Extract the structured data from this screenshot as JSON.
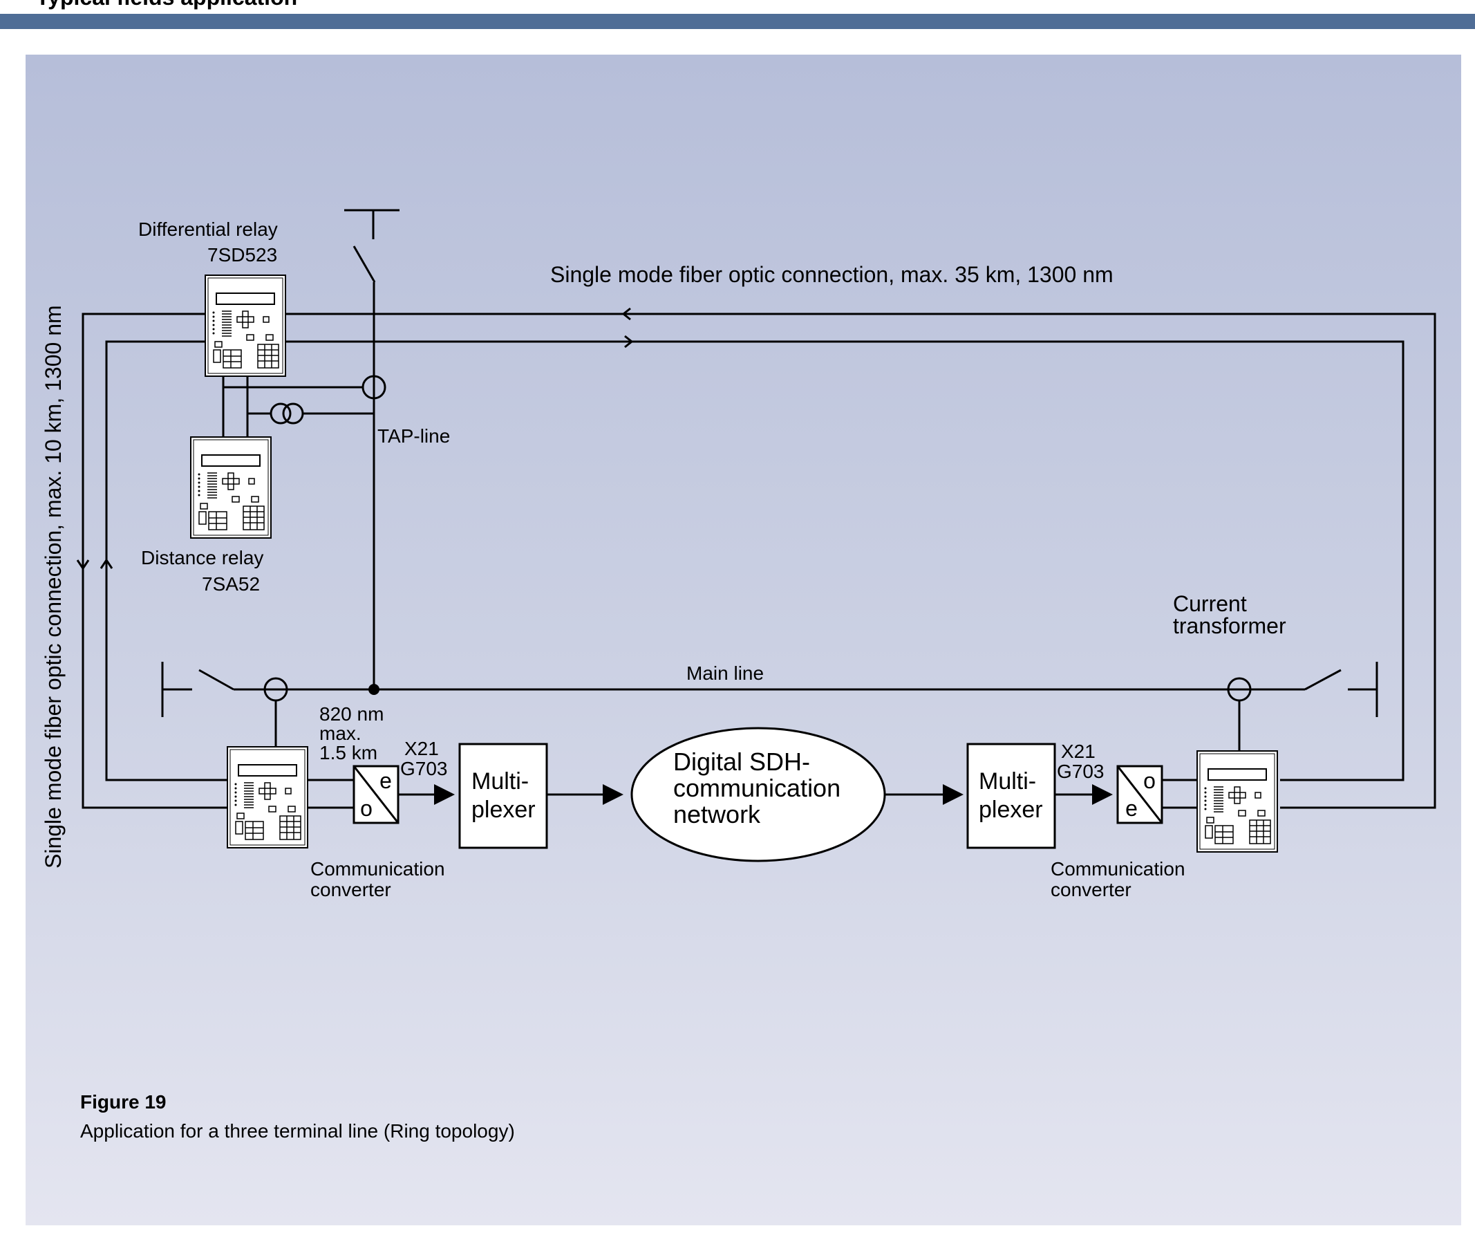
{
  "header": {
    "title": "Typical fields application"
  },
  "diagram": {
    "relays": {
      "differential_label": "Differential relay",
      "differential_model": "7SD523",
      "distance_label": "Distance relay",
      "distance_model": "7SA52"
    },
    "fiber_top_label": "Single mode fiber optic connection, max. 35 km, 1300 nm",
    "fiber_left_label": "Single mode fiber optic connection, max. 10 km, 1300 nm",
    "tap_line_label": "TAP-line",
    "main_line_label": "Main line",
    "current_transformer_label": [
      "Current",
      "transformer"
    ],
    "wavelength_note": [
      "820 nm",
      "max.",
      "1.5 km"
    ],
    "interface_left": [
      "X21",
      "G703"
    ],
    "interface_right": [
      "X21",
      "G703"
    ],
    "multiplexer_left": [
      "Multi-",
      "plexer"
    ],
    "multiplexer_right": [
      "Multi-",
      "plexer"
    ],
    "network_label": [
      "Digital SDH-",
      "communication",
      "network"
    ],
    "converter_left": [
      "Communication",
      "converter"
    ],
    "converter_right": [
      "Communication",
      "converter"
    ],
    "converter_left_letters": {
      "top": "e",
      "bottom": "o"
    },
    "converter_right_letters": {
      "top": "o",
      "bottom": "e"
    }
  },
  "caption": {
    "number": "Figure 19",
    "text": "Application for a three terminal line (Ring topology)"
  }
}
